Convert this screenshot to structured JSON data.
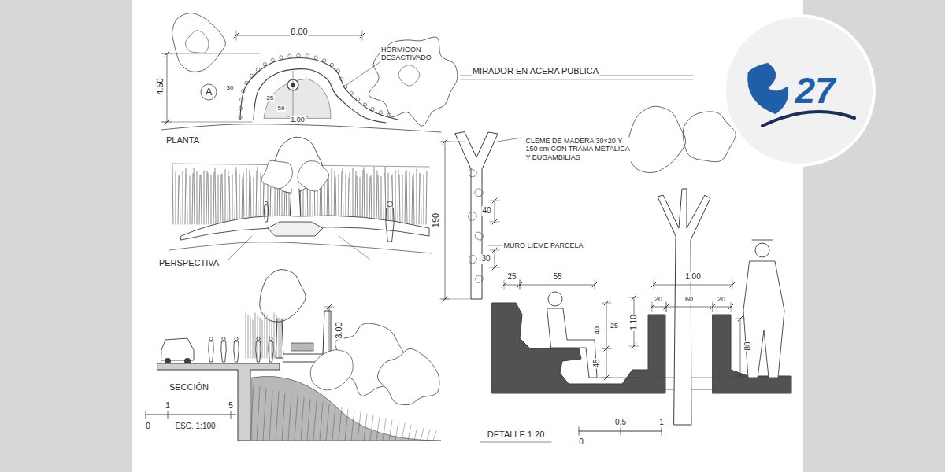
{
  "diagram": {
    "labels": [
      "8.00",
      "4.50",
      "HORMIGON DESACTIVADO",
      "A",
      "30",
      "25",
      "59",
      "1.00",
      "PLANTA",
      "PERSPECTIVA",
      "3.00",
      "SECCIÓN",
      "1",
      "5",
      "0",
      "ESC. 1:100",
      "MIRADOR EN ACERA PUBLICA",
      "CLEME DE MADERA 30×20 Y 150 cm CON TRAMA METALICA Y BUGAMBILIAS",
      "190",
      "40",
      "MURO LIEME PARCELA",
      "30",
      "25",
      "55",
      "25",
      "40",
      "45",
      "1.10",
      "1.00",
      "20",
      "60",
      "20",
      "80",
      "DETALLE 1:20",
      "0",
      "0.5",
      "1",
      "27"
    ]
  }
}
